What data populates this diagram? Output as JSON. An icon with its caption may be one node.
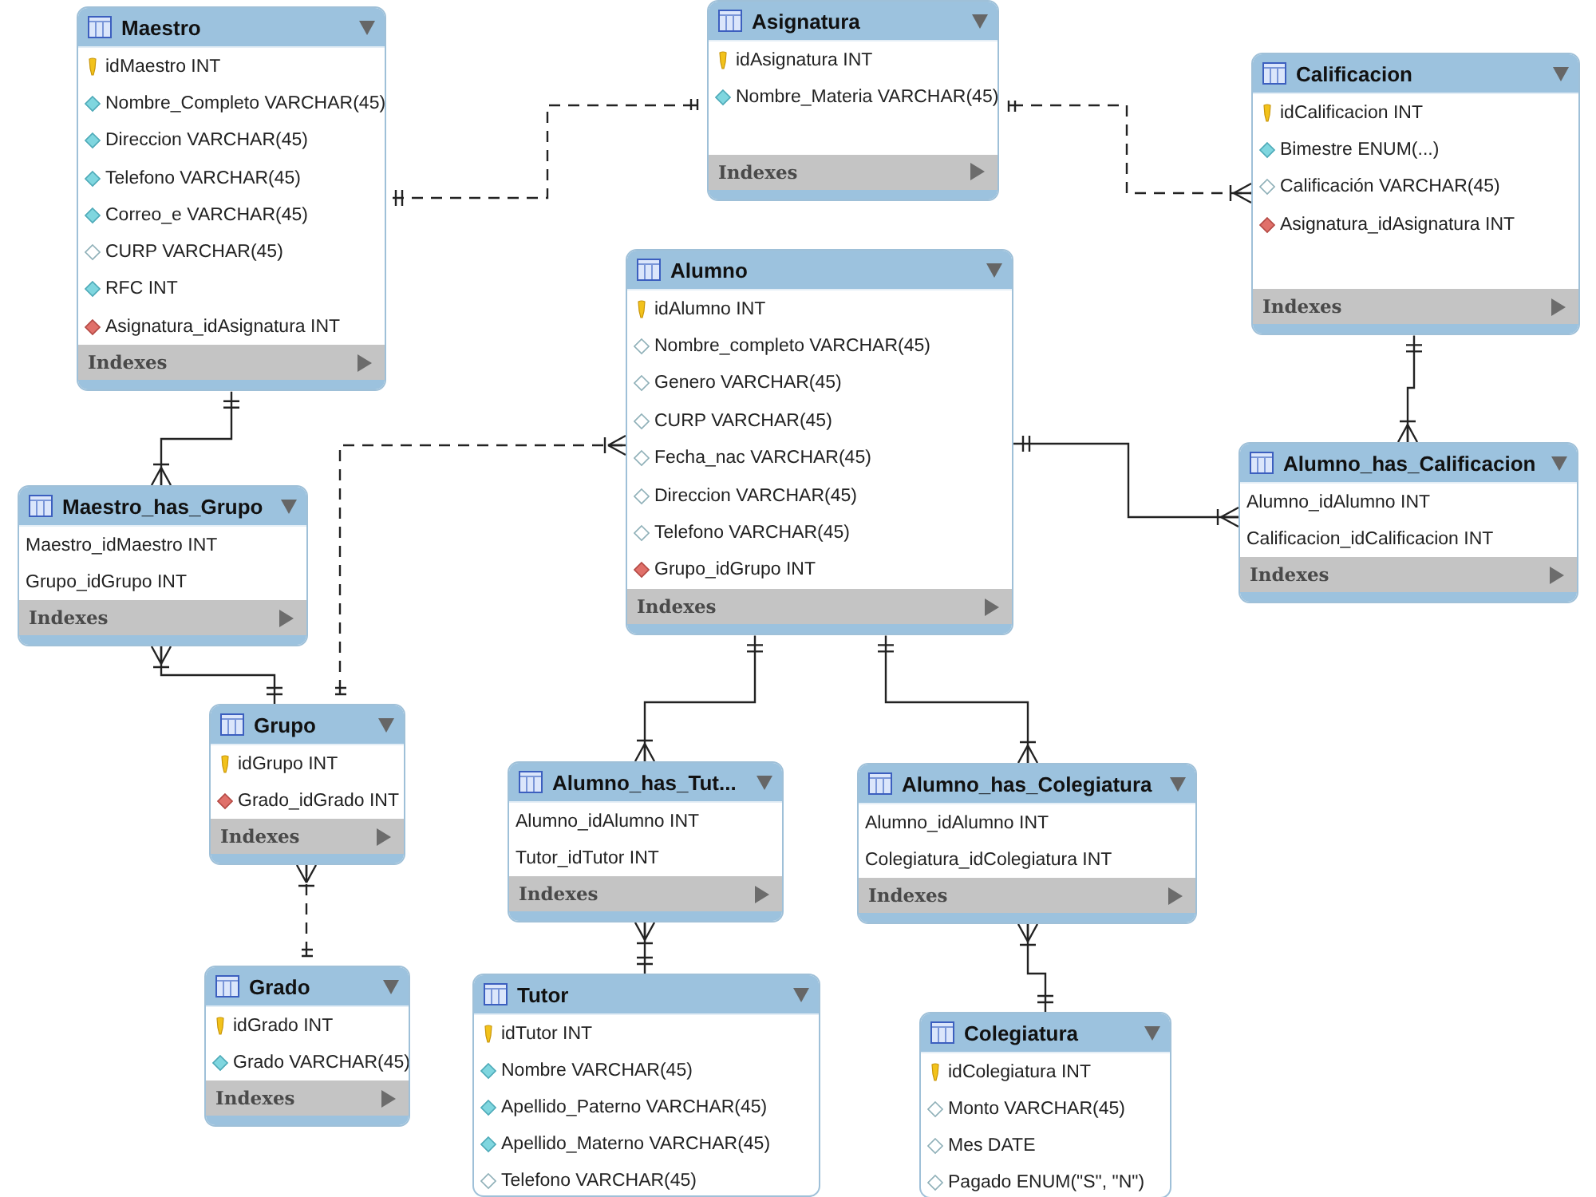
{
  "diagram": {
    "nodes": [
      {
        "text": [
          "Maestro",
          "idMaestro INT",
          "Nombre_Completo VARCHAR(45)",
          "Direccion VARCHAR(45)",
          "Telefono VARCHAR(45)",
          "Correo_e VARCHAR(45)",
          "CURP VARCHAR(45)",
          "RFC INT",
          "Asignatura_idAsignatura INT",
          "Indexes"
        ]
      },
      {
        "text": [
          "Asignatura",
          "idAsignatura INT",
          "Nombre_Materia VARCHAR(45)",
          "Indexes"
        ]
      },
      {
        "text": [
          "Calificacion",
          "idCalificacion INT",
          "Bimestre ENUM(...)",
          "Calificación VARCHAR(45)",
          "Asignatura_idAsignatura INT",
          "Indexes"
        ]
      },
      {
        "text": [
          "Alumno",
          "idAlumno INT",
          "Nombre_completo VARCHAR(45)",
          "Genero VARCHAR(45)",
          "CURP VARCHAR(45)",
          "Fecha_nac VARCHAR(45)",
          "Direccion VARCHAR(45)",
          "Telefono VARCHAR(45)",
          "Grupo_idGrupo INT",
          "Indexes"
        ]
      },
      {
        "text": [
          "Alumno_has_Calificacion",
          "Alumno_idAlumno INT",
          "Calificacion_idCalificacion INT",
          "Indexes"
        ]
      },
      {
        "text": [
          "Maestro_has_Grupo",
          "Maestro_idMaestro INT",
          "Grupo_idGrupo INT",
          "Indexes"
        ]
      },
      {
        "text": [
          "Grupo",
          "idGrupo INT",
          "Grado_idGrado INT",
          "Indexes"
        ]
      },
      {
        "text": [
          "Alumno_has_Tut...",
          "Alumno_idAlumno INT",
          "Tutor_idTutor INT",
          "Indexes"
        ]
      },
      {
        "text": [
          "Alumno_has_Colegiatura",
          "Alumno_idAlumno INT",
          "Colegiatura_idColegiatura INT",
          "Indexes"
        ]
      },
      {
        "text": [
          "Grado",
          "idGrado INT",
          "Grado VARCHAR(45)",
          "Indexes"
        ]
      },
      {
        "text": [
          "Tutor",
          "idTutor INT",
          "Nombre VARCHAR(45)",
          "Apellido_Paterno VARCHAR(45)",
          "Apellido_Materno VARCHAR(45)",
          "Telefono VARCHAR(45)"
        ]
      },
      {
        "text": [
          "Colegiatura",
          "idColegiatura INT",
          "Monto VARCHAR(45)",
          "Mes DATE",
          "Pagado ENUM(\"S\", \"N\")"
        ]
      }
    ],
    "edges": [
      {
        "from": 1,
        "to": 0,
        "arrow": "other",
        "style": "dashed"
      },
      {
        "from": 1,
        "to": 2,
        "arrow": "other",
        "style": "dashed"
      },
      {
        "from": 2,
        "to": 4,
        "arrow": "other"
      },
      {
        "from": 3,
        "to": 4,
        "arrow": "other"
      },
      {
        "from": 0,
        "to": 5,
        "arrow": "other"
      },
      {
        "from": 6,
        "to": 5,
        "arrow": "other"
      },
      {
        "from": 6,
        "to": 3,
        "arrow": "other",
        "style": "dashed"
      },
      {
        "from": 9,
        "to": 6,
        "arrow": "other",
        "style": "dashed"
      },
      {
        "from": 3,
        "to": 7,
        "arrow": "other"
      },
      {
        "from": 3,
        "to": 8,
        "arrow": "other"
      },
      {
        "from": 10,
        "to": 7,
        "arrow": "other"
      },
      {
        "from": 11,
        "to": 8,
        "arrow": "other"
      }
    ]
  }
}
